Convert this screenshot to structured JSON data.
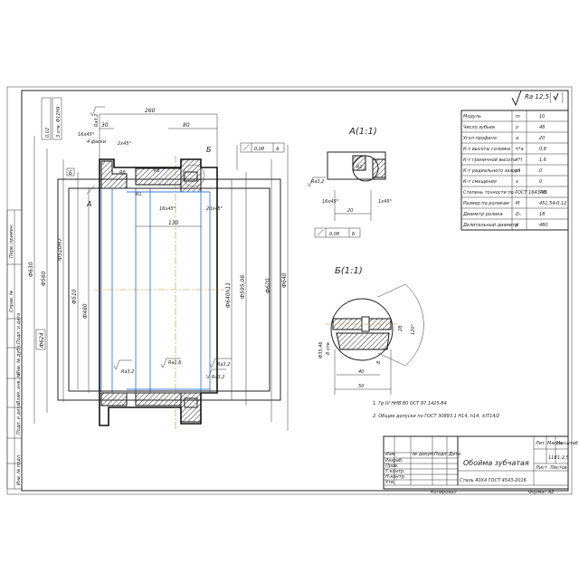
{
  "roughness": {
    "general": "Ra 12,5"
  },
  "main_view": {
    "dims": {
      "d1": "Ф630",
      "d2": "Ф560",
      "d3": "Ф520H7",
      "d4": "Ф510",
      "d5": "Ф480",
      "d6": "Ф640",
      "d7": "Ф620",
      "d8": "Ф640h11",
      "d9": "Ф595,08",
      "d10": "Ф624",
      "len_total": "260",
      "len_80": "80",
      "len_30": "30",
      "len_130": "130",
      "chamfer1": "16х45°",
      "chamfer2": "20х45°",
      "chamfer3": "2х45°",
      "chamfer4": "16х45°",
      "r1": "R6",
      "r2": "R6",
      "r3": "R1",
      "ra1": "Ra3,2",
      "ra2": "Ra3,2",
      "ra3": "Ra1,6",
      "ra4": "Ra3,2",
      "ra5": "Ra3,2",
      "tol_runout": "0,08",
      "tol_base": "А",
      "tol_left": "0,02",
      "depth": "4 фаски",
      "keyhole": "3 отв. Ф12Н9"
    },
    "labels": {
      "a": "А",
      "b": "Б",
      "e": "Б"
    }
  },
  "section_a": {
    "title": "А(1:1)",
    "ra": "Ra3,2",
    "r": "R1",
    "chamfer1": "16х45°",
    "chamfer2": "1х45°",
    "dim": "20",
    "tol": "0,08",
    "base": "Б"
  },
  "section_b": {
    "title": "Б(1:1)",
    "dia": "Ф35,46",
    "depth": "8 отв.",
    "dim40": "40",
    "dim50": "50",
    "dim8": "8",
    "dim28": "28",
    "angle": "120°"
  },
  "params_table": {
    "rows": [
      {
        "name": "Модуль",
        "sym": "m",
        "val": "10"
      },
      {
        "name": "Число зубьев",
        "sym": "z",
        "val": "48"
      },
      {
        "name": "Угол профиля",
        "sym": "α",
        "val": "20"
      },
      {
        "name": "К-т высоты головки",
        "sym": "h*a",
        "val": "0,8"
      },
      {
        "name": "К-т граничной высоты",
        "sym": "h*l",
        "val": "1,6"
      },
      {
        "name": "К-т радиального зазора",
        "sym": "c*",
        "val": "0"
      },
      {
        "name": "К-т смещения",
        "sym": "x",
        "val": "0"
      },
      {
        "name": "Степень точности по ГОСТ 1643-81",
        "sym": "-",
        "val": "7-В"
      },
      {
        "name": "Размер по роликам",
        "sym": "M",
        "val": "451,54-0,12"
      },
      {
        "name": "Диаметр ролика",
        "sym": "Dₙ",
        "val": "18"
      },
      {
        "name": "Делительный диаметр",
        "sym": "d",
        "val": "480"
      }
    ]
  },
  "notes": [
    "1. Гр.IV ННВ 80 ОСТ 97.1425-84",
    "2. Общие допуски по ГОСТ 30893.1 Н14, h14, ±IT14/2"
  ],
  "title_block": {
    "name": "Обойма зубчатая",
    "material": "Сталь 40Х4 ГОСТ 4543-2016",
    "lit": "Лит.",
    "mass_label": "Масса",
    "scale_label": "Масштаб",
    "mass": "118",
    "scale": "1:2,5",
    "sheet": "Лист",
    "sheets": "Листов",
    "copied": "Копировал",
    "format": "Формат   А2",
    "rows": [
      "Изм.",
      "Разраб.",
      "Пров.",
      "Т.контр.",
      "Н.контр.",
      "Утв."
    ],
    "cols": [
      "№ докум.",
      "Подп.",
      "Дата"
    ]
  },
  "side_strip": [
    "Перв. примен.",
    "Справ. №",
    "Подп. и дата",
    "Инв. № дубл.",
    "Взам. инв. №",
    "Подп. и дата",
    "Инв. № подл."
  ]
}
